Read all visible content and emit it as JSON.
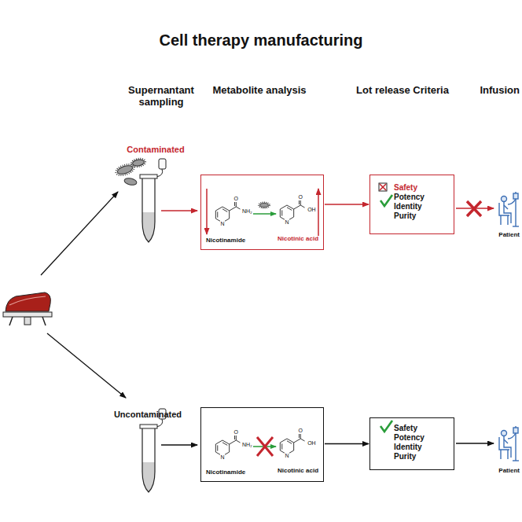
{
  "diagram": {
    "title": "Cell therapy manufacturing",
    "nodes": [
      {
        "text": [
          "Nicotinamide",
          "Nicotinic acid"
        ]
      },
      {
        "text": [
          "Safety",
          "Potency",
          "Identity",
          "Purity"
        ]
      },
      {
        "text": [
          "Nicotinamide",
          "Nicotinic acid"
        ]
      },
      {
        "text": [
          "Safety",
          "Potency",
          "Identity",
          "Purity"
        ]
      }
    ],
    "edges": [
      {
        "from": 0,
        "to": 1,
        "arrow": "to"
      },
      {
        "from": 2,
        "to": 3,
        "arrow": "to"
      }
    ],
    "labels": [
      "Supernantant sampling",
      "Metabolite analysis",
      "Lot release Criteria",
      "Infusion",
      "Contaminated",
      "N",
      "O",
      "NH₂",
      "N",
      "O",
      "OH",
      "Patient",
      "Uncontaminated",
      "N",
      "O",
      "NH₂",
      "N",
      "O",
      "OH",
      "Patient"
    ]
  }
}
